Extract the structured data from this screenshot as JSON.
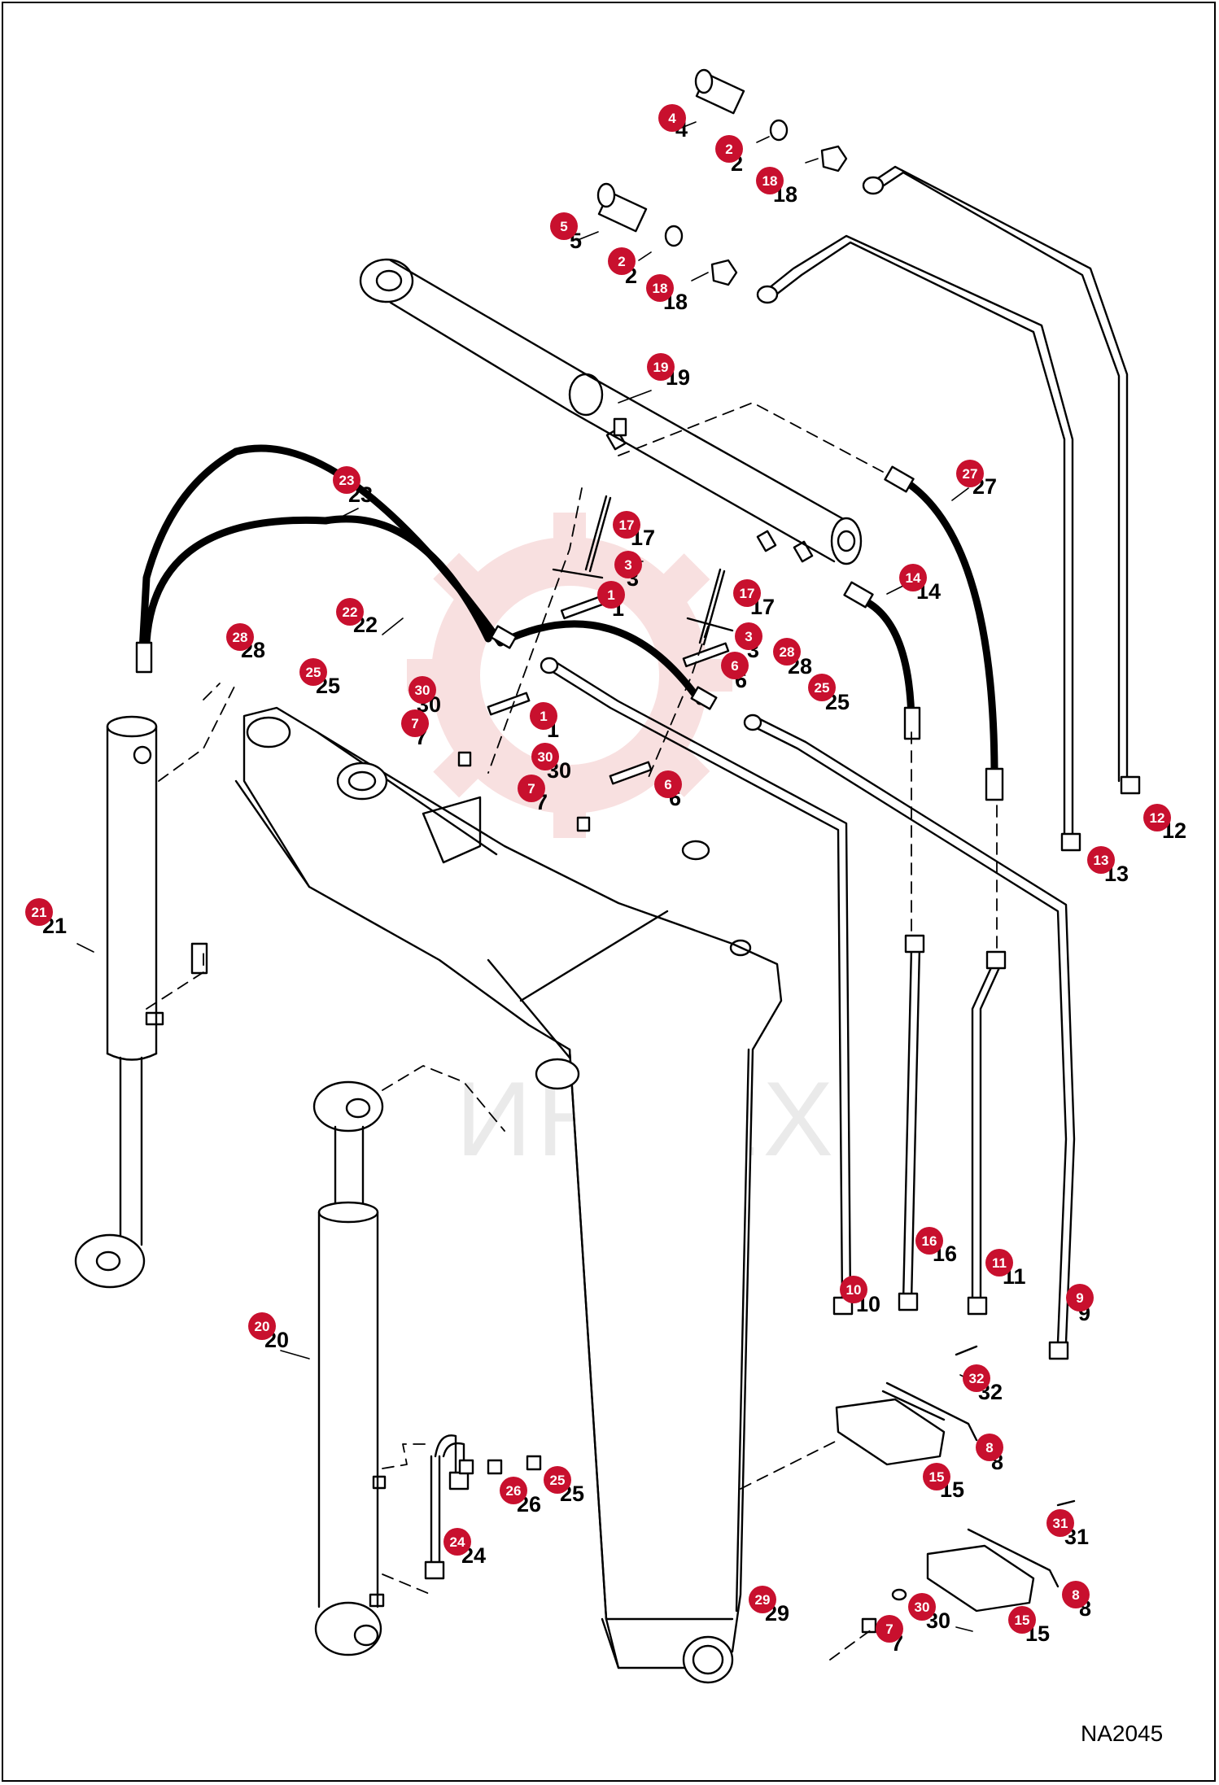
{
  "diagram": {
    "code": "NA2045",
    "watermark_text": "ИНТЕХ",
    "marker_color": "#c8102e",
    "watermark_color": "#f3c6c6",
    "callouts": [
      {
        "id": "c4a",
        "n": "4"
      },
      {
        "id": "c2a",
        "n": "2"
      },
      {
        "id": "c18a",
        "n": "18"
      },
      {
        "id": "c5",
        "n": "5"
      },
      {
        "id": "c2b",
        "n": "2"
      },
      {
        "id": "c18b",
        "n": "18"
      },
      {
        "id": "c19",
        "n": "19"
      },
      {
        "id": "c27",
        "n": "27"
      },
      {
        "id": "c23",
        "n": "23"
      },
      {
        "id": "c17a",
        "n": "17"
      },
      {
        "id": "c3a",
        "n": "3"
      },
      {
        "id": "c1a",
        "n": "1"
      },
      {
        "id": "c14",
        "n": "14"
      },
      {
        "id": "c17b",
        "n": "17"
      },
      {
        "id": "c22",
        "n": "22"
      },
      {
        "id": "c3b",
        "n": "3"
      },
      {
        "id": "c6a",
        "n": "6"
      },
      {
        "id": "c28a",
        "n": "28"
      },
      {
        "id": "c28b",
        "n": "28"
      },
      {
        "id": "c25a",
        "n": "25"
      },
      {
        "id": "c25b",
        "n": "25"
      },
      {
        "id": "c30a",
        "n": "30"
      },
      {
        "id": "c7a",
        "n": "7"
      },
      {
        "id": "c1b",
        "n": "1"
      },
      {
        "id": "c30b",
        "n": "30"
      },
      {
        "id": "c7b",
        "n": "7"
      },
      {
        "id": "c6b",
        "n": "6"
      },
      {
        "id": "c12",
        "n": "12"
      },
      {
        "id": "c13",
        "n": "13"
      },
      {
        "id": "c21",
        "n": "21"
      },
      {
        "id": "c16",
        "n": "16"
      },
      {
        "id": "c11",
        "n": "11"
      },
      {
        "id": "c10",
        "n": "10"
      },
      {
        "id": "c9",
        "n": "9"
      },
      {
        "id": "c20",
        "n": "20"
      },
      {
        "id": "c32",
        "n": "32"
      },
      {
        "id": "c8a",
        "n": "8"
      },
      {
        "id": "c15a",
        "n": "15"
      },
      {
        "id": "c26",
        "n": "26"
      },
      {
        "id": "c25c",
        "n": "25"
      },
      {
        "id": "c31",
        "n": "31"
      },
      {
        "id": "c24",
        "n": "24"
      },
      {
        "id": "c8b",
        "n": "8"
      },
      {
        "id": "c29",
        "n": "29"
      },
      {
        "id": "c30c",
        "n": "30"
      },
      {
        "id": "c15b",
        "n": "15"
      },
      {
        "id": "c7c",
        "n": "7"
      }
    ]
  }
}
